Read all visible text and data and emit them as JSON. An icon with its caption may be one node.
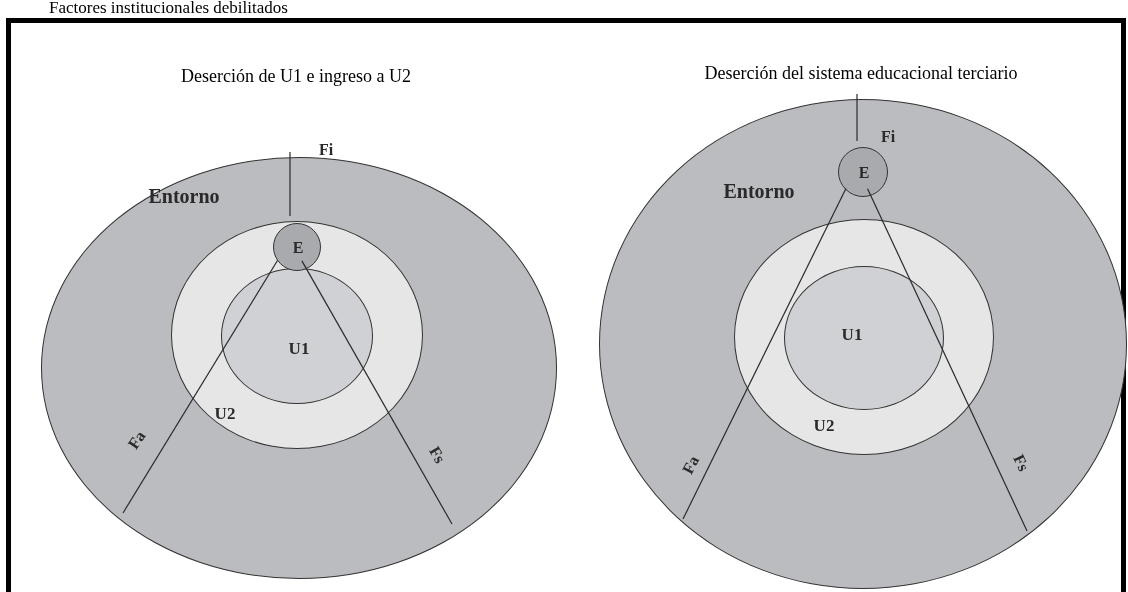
{
  "diagram": {
    "nodes": [
      {
        "text": [
          "Factores institucionales debilitados"
        ]
      },
      {
        "text": [
          "Entorno"
        ],
        "in": 0,
        "beside": [
          "Deserción de U1 e ingreso a U2"
        ]
      },
      {
        "text": [
          "U2"
        ],
        "in": 1
      },
      {
        "text": [
          "U1"
        ],
        "in": 2
      },
      {
        "text": [
          "E"
        ],
        "in": 2
      },
      {
        "text": [
          "Entorno"
        ],
        "in": 0,
        "beside": [
          "Deserción del sistema educacional terciario"
        ]
      },
      {
        "text": [
          "U2"
        ],
        "in": 5
      },
      {
        "text": [
          "U1"
        ],
        "in": 6
      },
      {
        "text": [
          "E"
        ],
        "in": 5
      }
    ],
    "edges": [
      {
        "from": 4,
        "to": null,
        "arrow": "none",
        "label": "Fi"
      },
      {
        "from": 4,
        "to": null,
        "arrow": "none",
        "label": "Fa"
      },
      {
        "from": 4,
        "to": null,
        "arrow": "none",
        "label": "Fs"
      },
      {
        "from": 8,
        "to": null,
        "arrow": "none",
        "label": "Fi"
      },
      {
        "from": 8,
        "to": null,
        "arrow": "none",
        "label": "Fa"
      },
      {
        "from": 8,
        "to": null,
        "arrow": "none",
        "label": "Fs"
      }
    ]
  }
}
